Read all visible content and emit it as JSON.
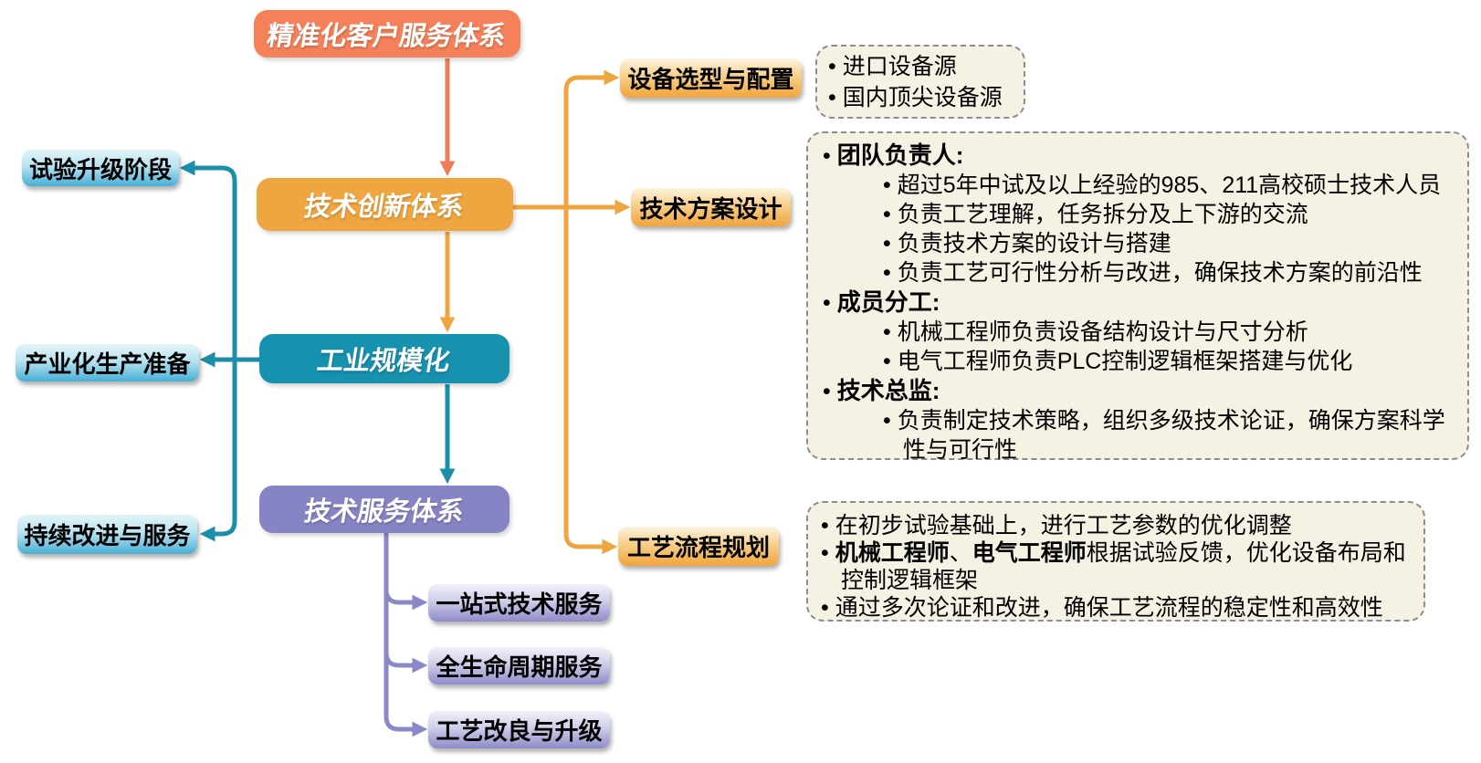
{
  "main_flow": [
    {
      "label": "精准化客户服务体系",
      "color": "#F48159"
    },
    {
      "label": "技术创新体系",
      "color": "#F0A640"
    },
    {
      "label": "工业规模化",
      "color": "#1692AE"
    },
    {
      "label": "技术服务体系",
      "color": "#8784C5"
    }
  ],
  "left_branches": [
    "试验升级阶段",
    "产业化生产准备",
    "持续改进与服务"
  ],
  "right_branches": [
    "设备选型与配置",
    "技术方案设计",
    "工艺流程规划"
  ],
  "service_items": [
    "一站式技术服务",
    "全生命周期服务",
    "工艺改良与升级"
  ],
  "equipment_panel": {
    "items": [
      "进口设备源",
      "国内顶尖设备源"
    ]
  },
  "team_panel": {
    "sections": [
      {
        "title": "团队负责人:",
        "items": [
          "超过5年中试及以上经验的985、211高校硕士技术人员",
          "负责工艺理解，任务拆分及上下游的交流",
          "负责技术方案的设计与搭建",
          "负责工艺可行性分析与改进，确保技术方案的前沿性"
        ]
      },
      {
        "title": "成员分工:",
        "items": [
          "机械工程师负责设备结构设计与尺寸分析",
          "电气工程师负责PLC控制逻辑框架搭建与优化"
        ]
      },
      {
        "title": "技术总监:",
        "items": [
          "负责制定技术策略，组织多级技术论证，确保方案科学性与可行性"
        ]
      }
    ]
  },
  "process_panel": {
    "items": [
      {
        "text": "在初步试验基础上，进行工艺参数的优化调整"
      },
      {
        "bold1": "机械工程师",
        "sep": "、",
        "bold2": "电气工程师",
        "rest": "根据试验反馈，优化设备布局和控制逻辑框架"
      },
      {
        "text": "通过多次论证和改进，确保工艺流程的稳定性和高效性"
      }
    ]
  },
  "colors": {
    "coral": "#F48159",
    "amber": "#F0A640",
    "teal": "#1692AE",
    "teal_line": "#1D8EA8",
    "purple": "#8784C5",
    "panel_bg": "#F5F1E3",
    "panel_border": "#8C8C8C"
  }
}
